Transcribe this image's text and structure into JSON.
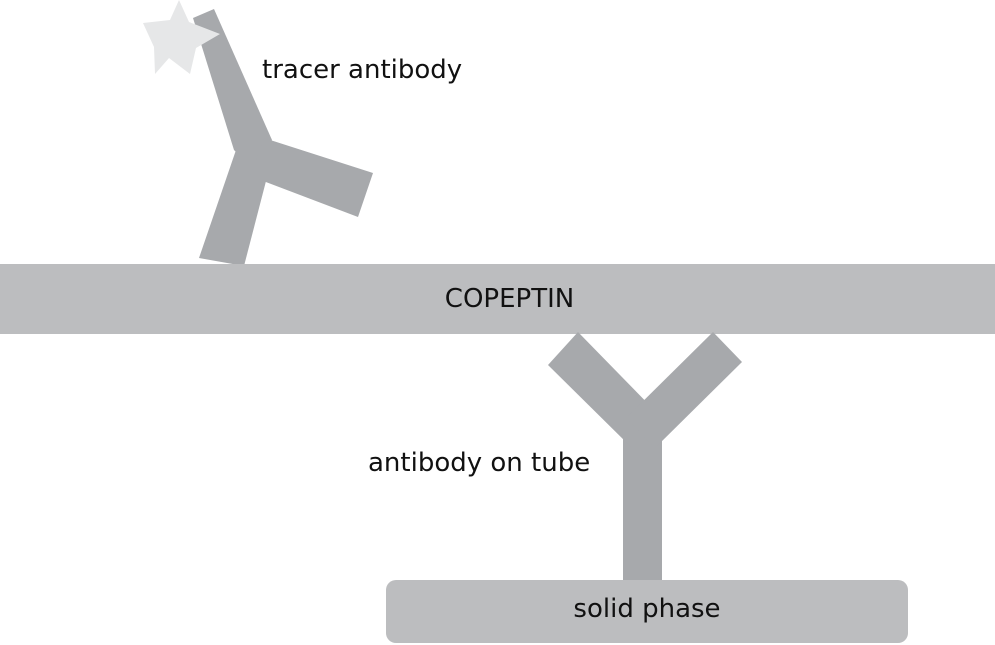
{
  "labels": {
    "tracer_antibody": "tracer antibody",
    "copeptin": "COPEPTIN",
    "antibody_on_tube": "antibody on tube",
    "solid_phase": "solid phase"
  },
  "colors": {
    "background": "#ffffff",
    "copeptin_bar": "#bcbdbf",
    "antibody": "#a7a9ac",
    "solid_phase": "#bcbdbf",
    "tracer_star": "#e6e7e8",
    "text": "#111111"
  },
  "icons": {
    "tracer_label": "star-icon"
  }
}
